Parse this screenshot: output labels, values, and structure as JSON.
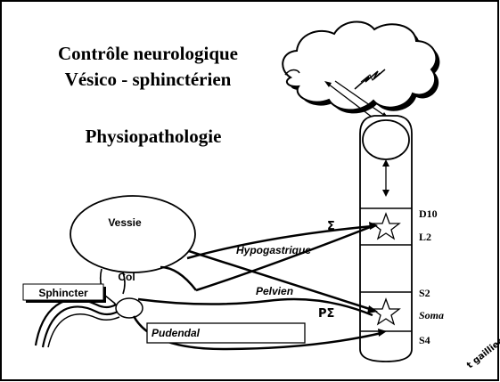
{
  "title": {
    "line1": "Contrôle neurologique",
    "line2": "Vésico - sphinctérien",
    "subtitle": "Physiopathologie"
  },
  "labels": {
    "vessie": "Vessie",
    "col": "Col",
    "sphincter": "Sphincter",
    "hypogastrique": "Hypogastrique",
    "pelvien": "Pelvien",
    "pudendal": "Pudendal",
    "sigma": "Σ",
    "parasigma": "PΣ"
  },
  "spine_levels": {
    "d10": "D10",
    "l2": "L2",
    "s2": "S2",
    "soma": "Soma",
    "s4": "S4"
  },
  "signature": "t gaillier"
}
